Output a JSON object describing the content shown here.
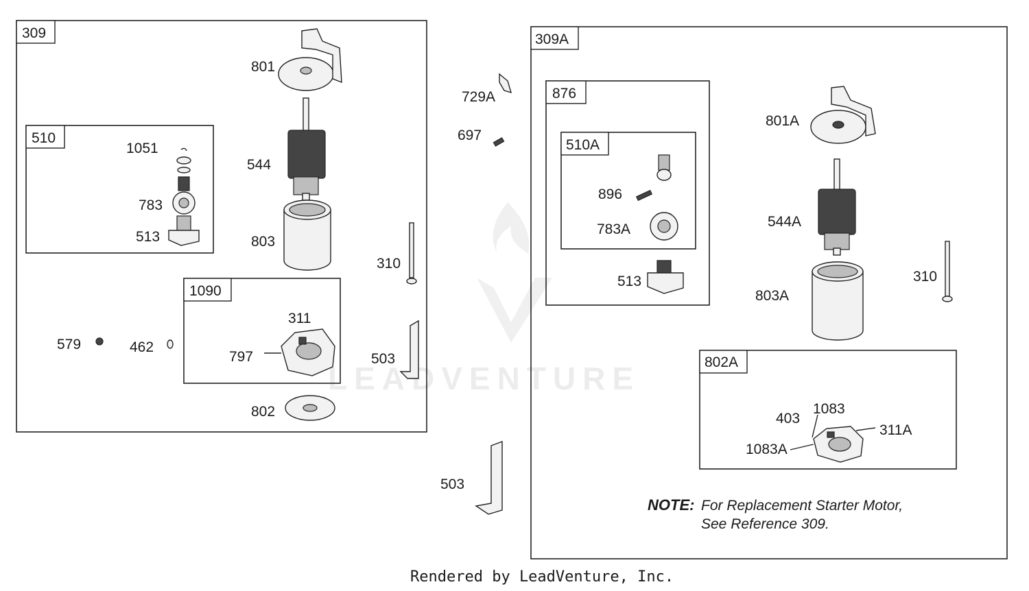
{
  "groups": {
    "g309": "309",
    "g510": "510",
    "g1090": "1090",
    "g309A": "309A",
    "g876": "876",
    "g510A": "510A",
    "g802A": "802A"
  },
  "labels": {
    "p801": "801",
    "p1051": "1051",
    "p544": "544",
    "p783": "783",
    "p513": "513",
    "p803": "803",
    "p310": "310",
    "p311": "311",
    "p797": "797",
    "p579": "579",
    "p462": "462",
    "p503": "503",
    "p802": "802",
    "p729A": "729A",
    "p697": "697",
    "p503b": "503",
    "p801A": "801A",
    "p896": "896",
    "p783A": "783A",
    "p513b": "513",
    "p544A": "544A",
    "p310b": "310",
    "p803A": "803A",
    "p403": "403",
    "p1083": "1083",
    "p311A": "311A",
    "p1083A": "1083A"
  },
  "note": {
    "head": "NOTE:",
    "line1": "For Replacement Starter Motor,",
    "line2": "See Reference 309."
  },
  "watermark": "LEADVENTURE",
  "footer": "Rendered by LeadVenture, Inc."
}
